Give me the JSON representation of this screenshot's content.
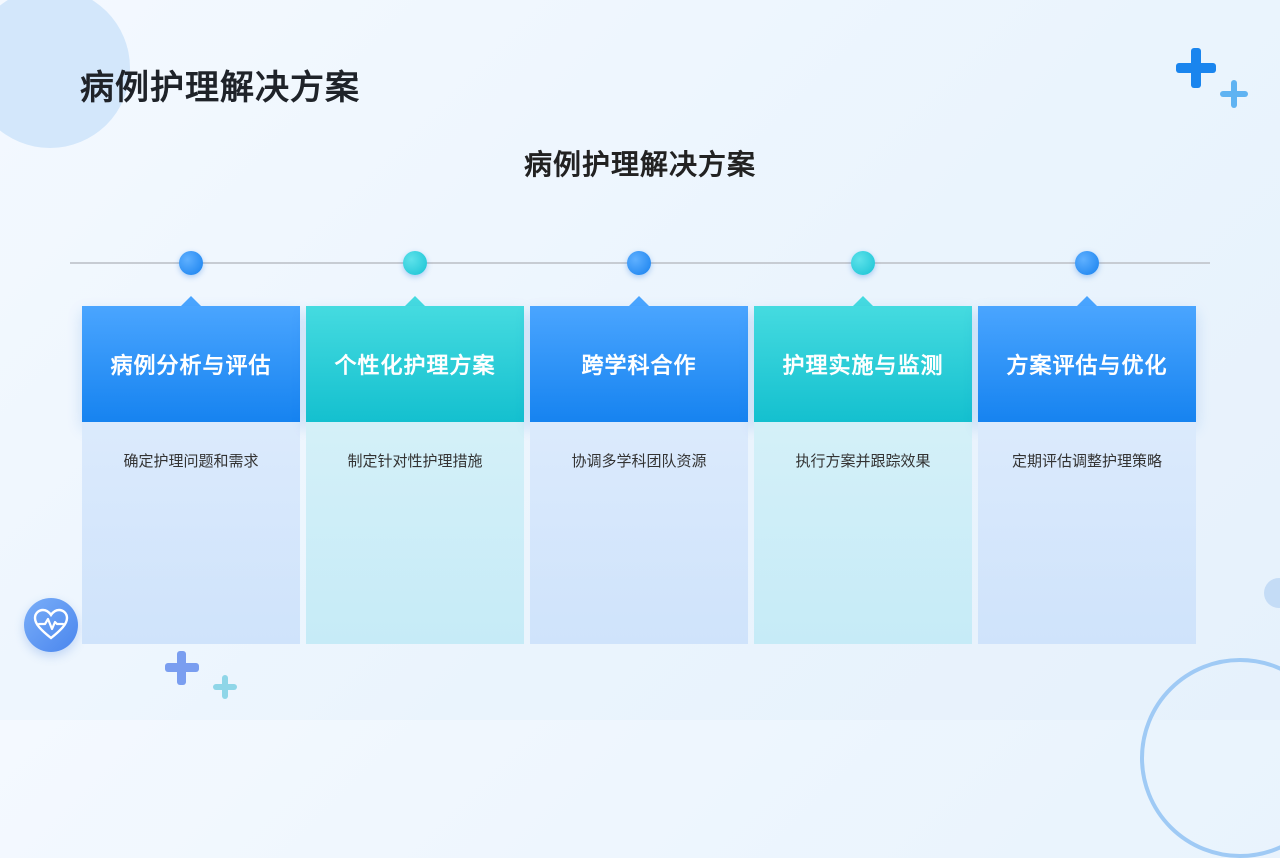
{
  "page": {
    "title": "病例护理解决方案",
    "section_title": "病例护理解决方案"
  },
  "colors": {
    "blue_accent": "#1683f0",
    "teal_accent": "#14c0cf",
    "background": "#eef6fd"
  },
  "icons": {
    "decor_plus": "plus-icon",
    "heart_badge": "heartbeat-icon"
  },
  "steps": [
    {
      "title": "病例分析与评估",
      "description": "确定护理问题和需求",
      "color": "blue"
    },
    {
      "title": "个性化护理方案",
      "description": "制定针对性护理措施",
      "color": "teal"
    },
    {
      "title": "跨学科合作",
      "description": "协调多学科团队资源",
      "color": "blue"
    },
    {
      "title": "护理实施与监测",
      "description": "执行方案并跟踪效果",
      "color": "teal"
    },
    {
      "title": "方案评估与优化",
      "description": "定期评估调整护理策略",
      "color": "blue"
    }
  ]
}
